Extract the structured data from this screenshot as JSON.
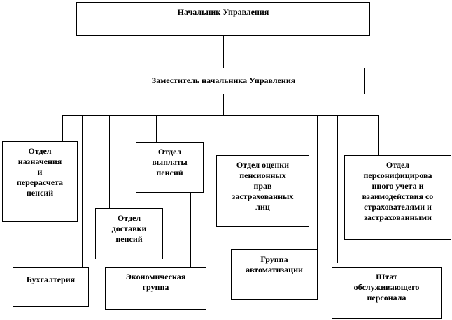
{
  "head": "Начальник Управления",
  "deputy": "Заместитель начальника Управления",
  "units": {
    "naznachenie": [
      "Отдел",
      "назначения",
      "и",
      "перерасчета",
      "пенсий"
    ],
    "vyplata": [
      "Отдел",
      "выплаты",
      "пенсий"
    ],
    "dostavka": [
      "Отдел",
      "доставки",
      "пенсий"
    ],
    "buh": [
      "Бухгалтерия"
    ],
    "econ": [
      "Экономическая",
      "группа"
    ],
    "ocenka": [
      "Отдел оценки",
      "пенсионных",
      "прав",
      "застрахованных",
      "лиц"
    ],
    "person": [
      "Отдел",
      "персонифицирова",
      "нного учета и",
      "взаимодействия со",
      "страхователями и",
      "застрахованными"
    ],
    "avtomat": [
      "Группа",
      "автоматизации"
    ],
    "shtat": [
      "Штат",
      "обслуживающего",
      "персонала"
    ]
  }
}
